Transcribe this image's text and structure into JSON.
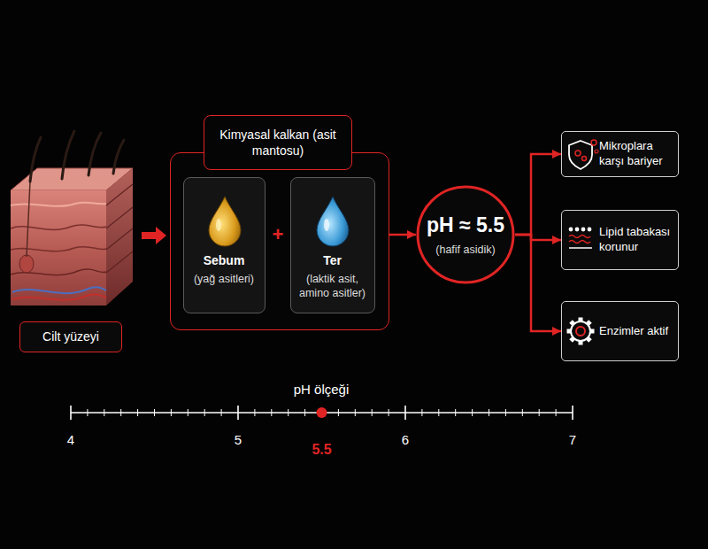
{
  "diagram": {
    "nodes": [
      {
        "text": [
          "Cilt yüzeyi"
        ]
      },
      {
        "text": [
          "Kimyasal kalkan (asit mantosu)"
        ]
      },
      {
        "text": [
          "Sebum",
          "(yağ asitleri)"
        ],
        "in": 1
      },
      {
        "text": [
          "Ter",
          "(laktik asit, amino asitler)"
        ],
        "in": 1
      },
      {
        "text": [
          "pH ≈ 5.5",
          "(hafif asidik)"
        ]
      },
      {
        "text": [
          "Mikroplara karşı bariyer"
        ]
      },
      {
        "text": [
          "Lipid tabakası korunur"
        ]
      },
      {
        "text": [
          "Enzimler aktif"
        ]
      }
    ],
    "edges": [
      {
        "from": 1,
        "to": 4,
        "arrow": "to"
      },
      {
        "from": 4,
        "to": 5,
        "arrow": "to"
      },
      {
        "from": 4,
        "to": 6,
        "arrow": "to"
      },
      {
        "from": 4,
        "to": 7,
        "arrow": "to"
      }
    ],
    "labels": [
      "+",
      "pH ölçeği",
      "4",
      "5",
      "5.5",
      "6",
      "7"
    ]
  }
}
